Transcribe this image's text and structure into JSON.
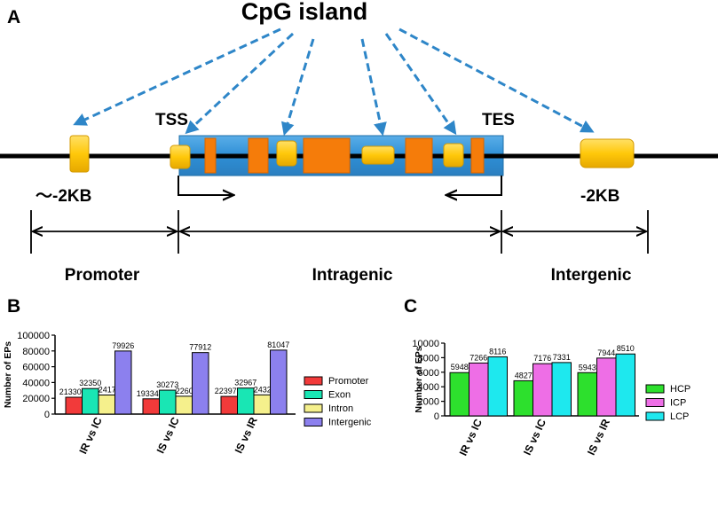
{
  "panel_a": {
    "label": "A",
    "title": "CpG island",
    "tss_label": "TSS",
    "tes_label": "TES",
    "left_distance": "～-2KB",
    "right_distance": "-2KB",
    "regions": [
      "Promoter",
      "Intragenic",
      "Intergenic"
    ],
    "colors": {
      "gene_body": "#2e8fd6",
      "exon": "#f57c0a",
      "cpg_island": "#ffc80a",
      "arrow": "#2e86c8"
    }
  },
  "chart_data": [
    {
      "panel": "B",
      "type": "bar",
      "ylabel": "Number of EPs",
      "xlabel": "",
      "ylim": [
        0,
        100000
      ],
      "yticks": [
        0,
        20000,
        40000,
        60000,
        80000,
        100000
      ],
      "categories": [
        "IR vs IC",
        "IS vs IC",
        "IS vs IR"
      ],
      "series": [
        {
          "name": "Promoter",
          "color": "#f23a3a",
          "values": [
            21330,
            19334,
            22397
          ]
        },
        {
          "name": "Exon",
          "color": "#19e6b4",
          "values": [
            32350,
            30273,
            32967
          ]
        },
        {
          "name": "Intron",
          "color": "#f5f08c",
          "values": [
            24179,
            22609,
            24327
          ]
        },
        {
          "name": "Intergenic",
          "color": "#8c80ee",
          "values": [
            79926,
            77912,
            81047
          ]
        }
      ],
      "legend": "right"
    },
    {
      "panel": "C",
      "type": "bar",
      "ylabel": "Number of EPs",
      "xlabel": "",
      "ylim": [
        0,
        10000
      ],
      "yticks": [
        0,
        2000,
        4000,
        6000,
        8000,
        10000
      ],
      "categories": [
        "IR vs IC",
        "IS vs IC",
        "IS vs IR"
      ],
      "series": [
        {
          "name": "HCP",
          "color": "#2de02d",
          "values": [
            5948,
            4827,
            5943
          ]
        },
        {
          "name": "ICP",
          "color": "#ee6ee6",
          "values": [
            7266,
            7176,
            7944
          ]
        },
        {
          "name": "LCP",
          "color": "#1ee8ee",
          "values": [
            8116,
            7331,
            8510
          ]
        }
      ],
      "legend": "right"
    }
  ]
}
